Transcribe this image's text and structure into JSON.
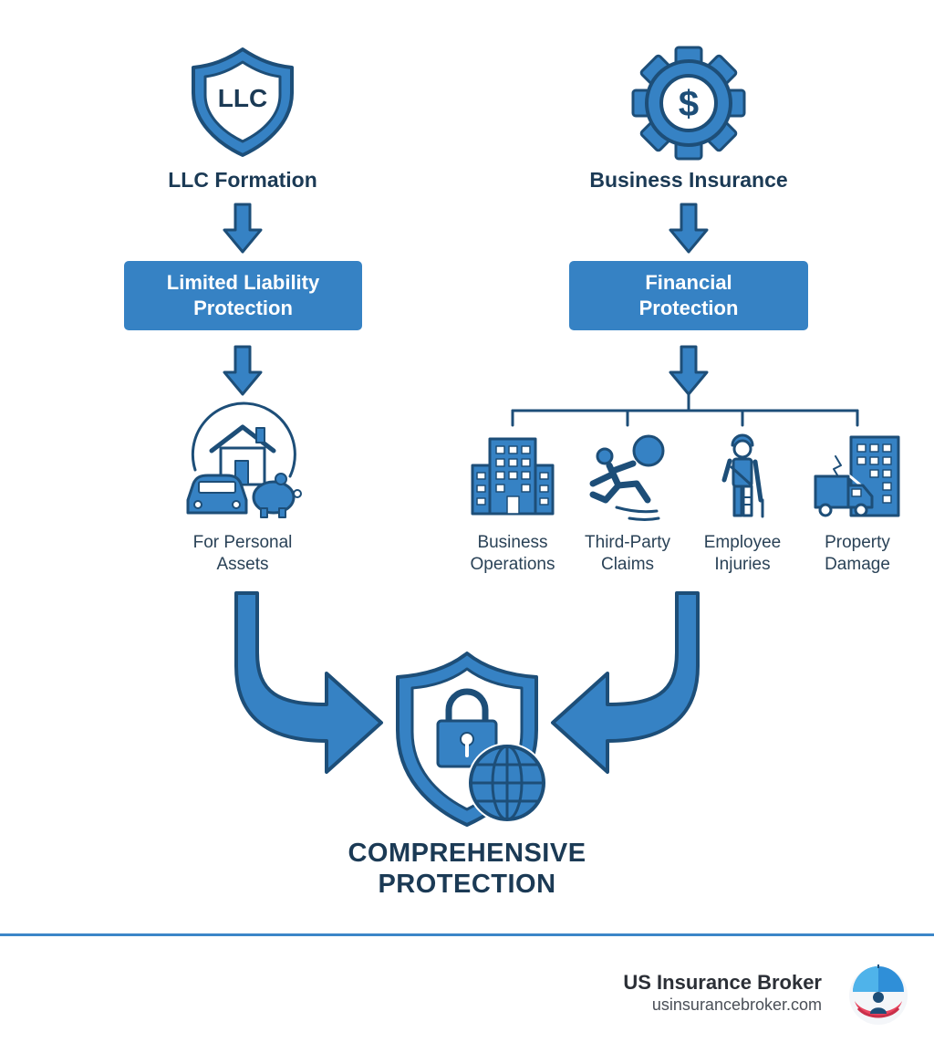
{
  "left": {
    "shield_text": "LLC",
    "title": "LLC Formation",
    "box": "Limited Liability\nProtection",
    "label": "For Personal\nAssets"
  },
  "right": {
    "title": "Business Insurance",
    "box": "Financial\nProtection",
    "branches": [
      {
        "label": "Business\nOperations",
        "icon": "office-building-icon"
      },
      {
        "label": "Third-Party\nClaims",
        "icon": "slip-fall-icon"
      },
      {
        "label": "Employee\nInjuries",
        "icon": "injured-worker-icon"
      },
      {
        "label": "Property\nDamage",
        "icon": "damaged-property-icon"
      }
    ]
  },
  "result": "COMPREHENSIVE\nPROTECTION",
  "footer": {
    "brand": "US Insurance Broker",
    "url": "usinsurancebroker.com"
  },
  "colors": {
    "accent": "#3682c4",
    "outline": "#1d4e78",
    "text": "#1b3a55",
    "rule": "#3b86c8"
  }
}
